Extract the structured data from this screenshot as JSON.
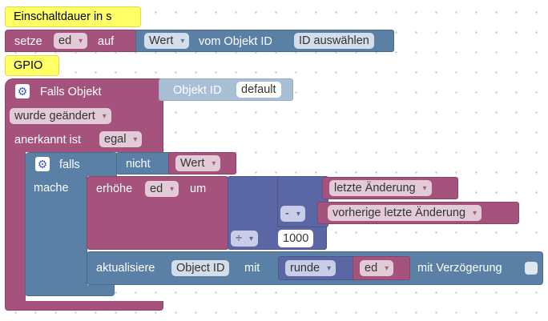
{
  "comments": {
    "einschaltdauer": "Einschaltdauer in s",
    "gpio": "GPIO"
  },
  "set_block": {
    "setze": "setze",
    "variable": "ed",
    "auf": "auf",
    "wert": "Wert",
    "vom_objekt": "vom Objekt ID",
    "id_button": "ID auswählen"
  },
  "trigger": {
    "falls_objekt": "Falls Objekt",
    "objekt_id_label": "Objekt ID",
    "objekt_id_value": "default",
    "wurde_geaendert": "wurde geändert",
    "anerkannt_ist": "anerkannt ist",
    "egal": "egal"
  },
  "if_block": {
    "falls": "falls",
    "mache": "mache",
    "nicht": "nicht",
    "wert": "Wert"
  },
  "increment": {
    "erhoehe": "erhöhe",
    "variable": "ed",
    "um": "um",
    "letzte_aenderung": "letzte Änderung",
    "minus": "-",
    "vorherige": "vorherige letzte Änderung",
    "divide": "÷",
    "divisor": "1000"
  },
  "update": {
    "aktualisiere": "aktualisiere",
    "object_id": "Object ID",
    "mit": "mit",
    "runde": "runde",
    "variable": "ed",
    "mit_verzoegerung": "mit Verzögerung"
  },
  "colors": {
    "event_purple": "#a5537c",
    "logic_blue": "#5b80a5",
    "math_indigo": "#5b67a5",
    "comment_yellow": "#ffff66"
  }
}
